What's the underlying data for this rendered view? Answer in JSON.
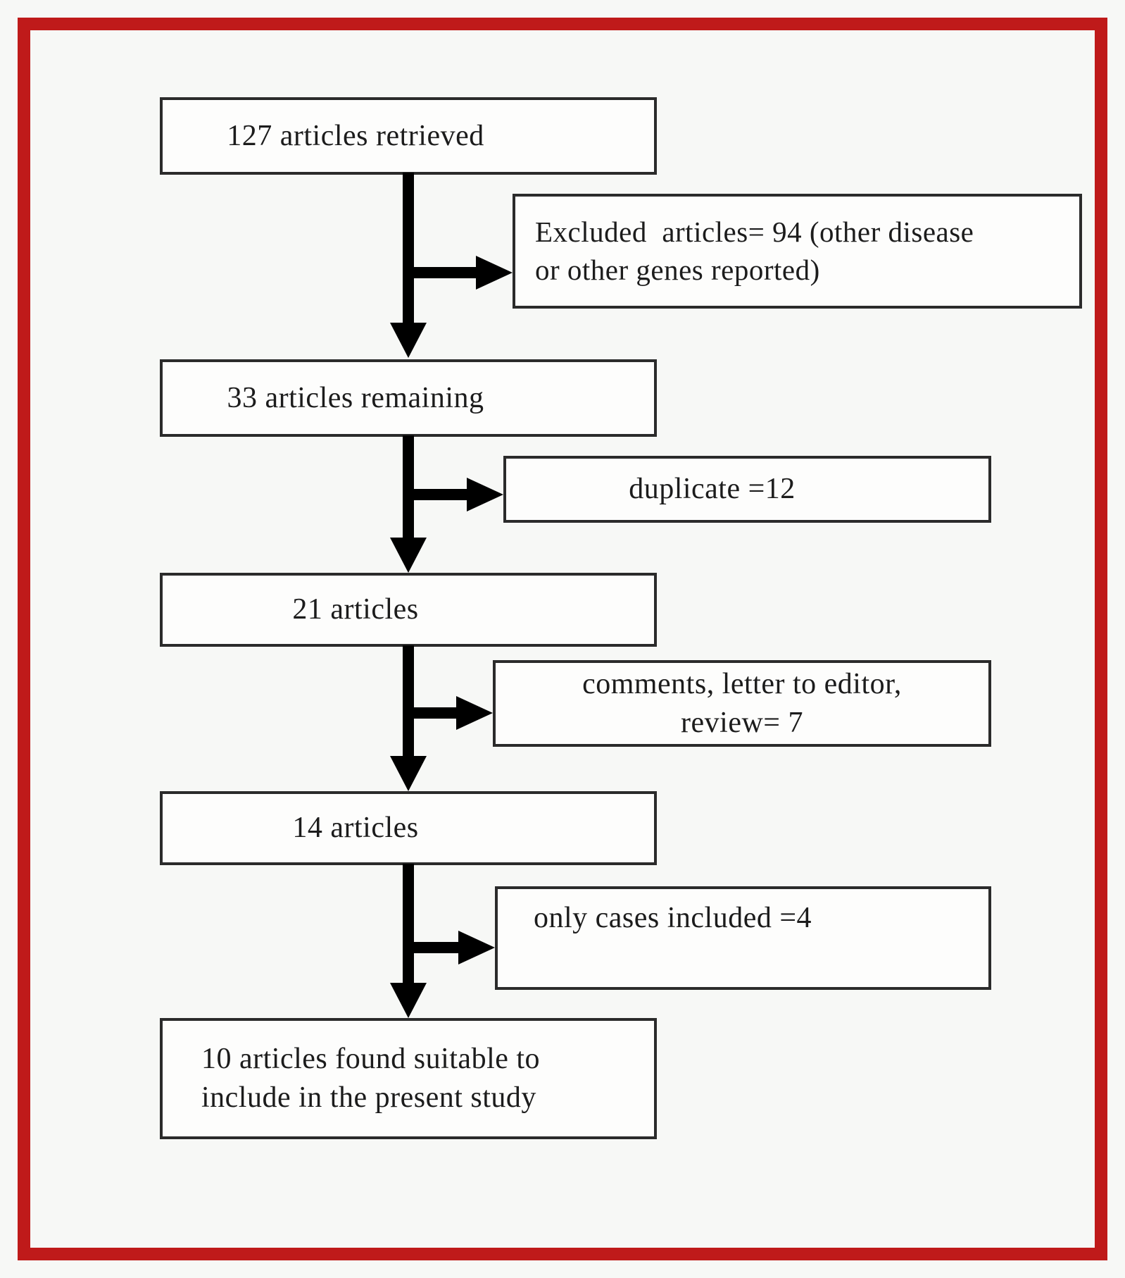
{
  "figure": {
    "type": "flowchart",
    "main_boxes": [
      {
        "label": "127 articles retrieved"
      },
      {
        "label": "33 articles remaining"
      },
      {
        "label": "21 articles"
      },
      {
        "label": "14 articles"
      },
      {
        "lines": [
          "10 articles found suitable to",
          "include in the present study"
        ]
      }
    ],
    "side_boxes": [
      {
        "lines": [
          "Excluded  articles= 94 (other disease",
          "or other genes reported)"
        ]
      },
      {
        "label": "duplicate =12"
      },
      {
        "lines": [
          "comments, letter to editor,",
          "review= 7"
        ]
      },
      {
        "label": "only cases included =4"
      }
    ]
  },
  "colors": {
    "frame_red": "#bf1a1a",
    "box_border": "#2b2b2b",
    "arrow": "#000000",
    "page_bg": "#f7f8f6",
    "box_bg": "#fdfdfc"
  }
}
